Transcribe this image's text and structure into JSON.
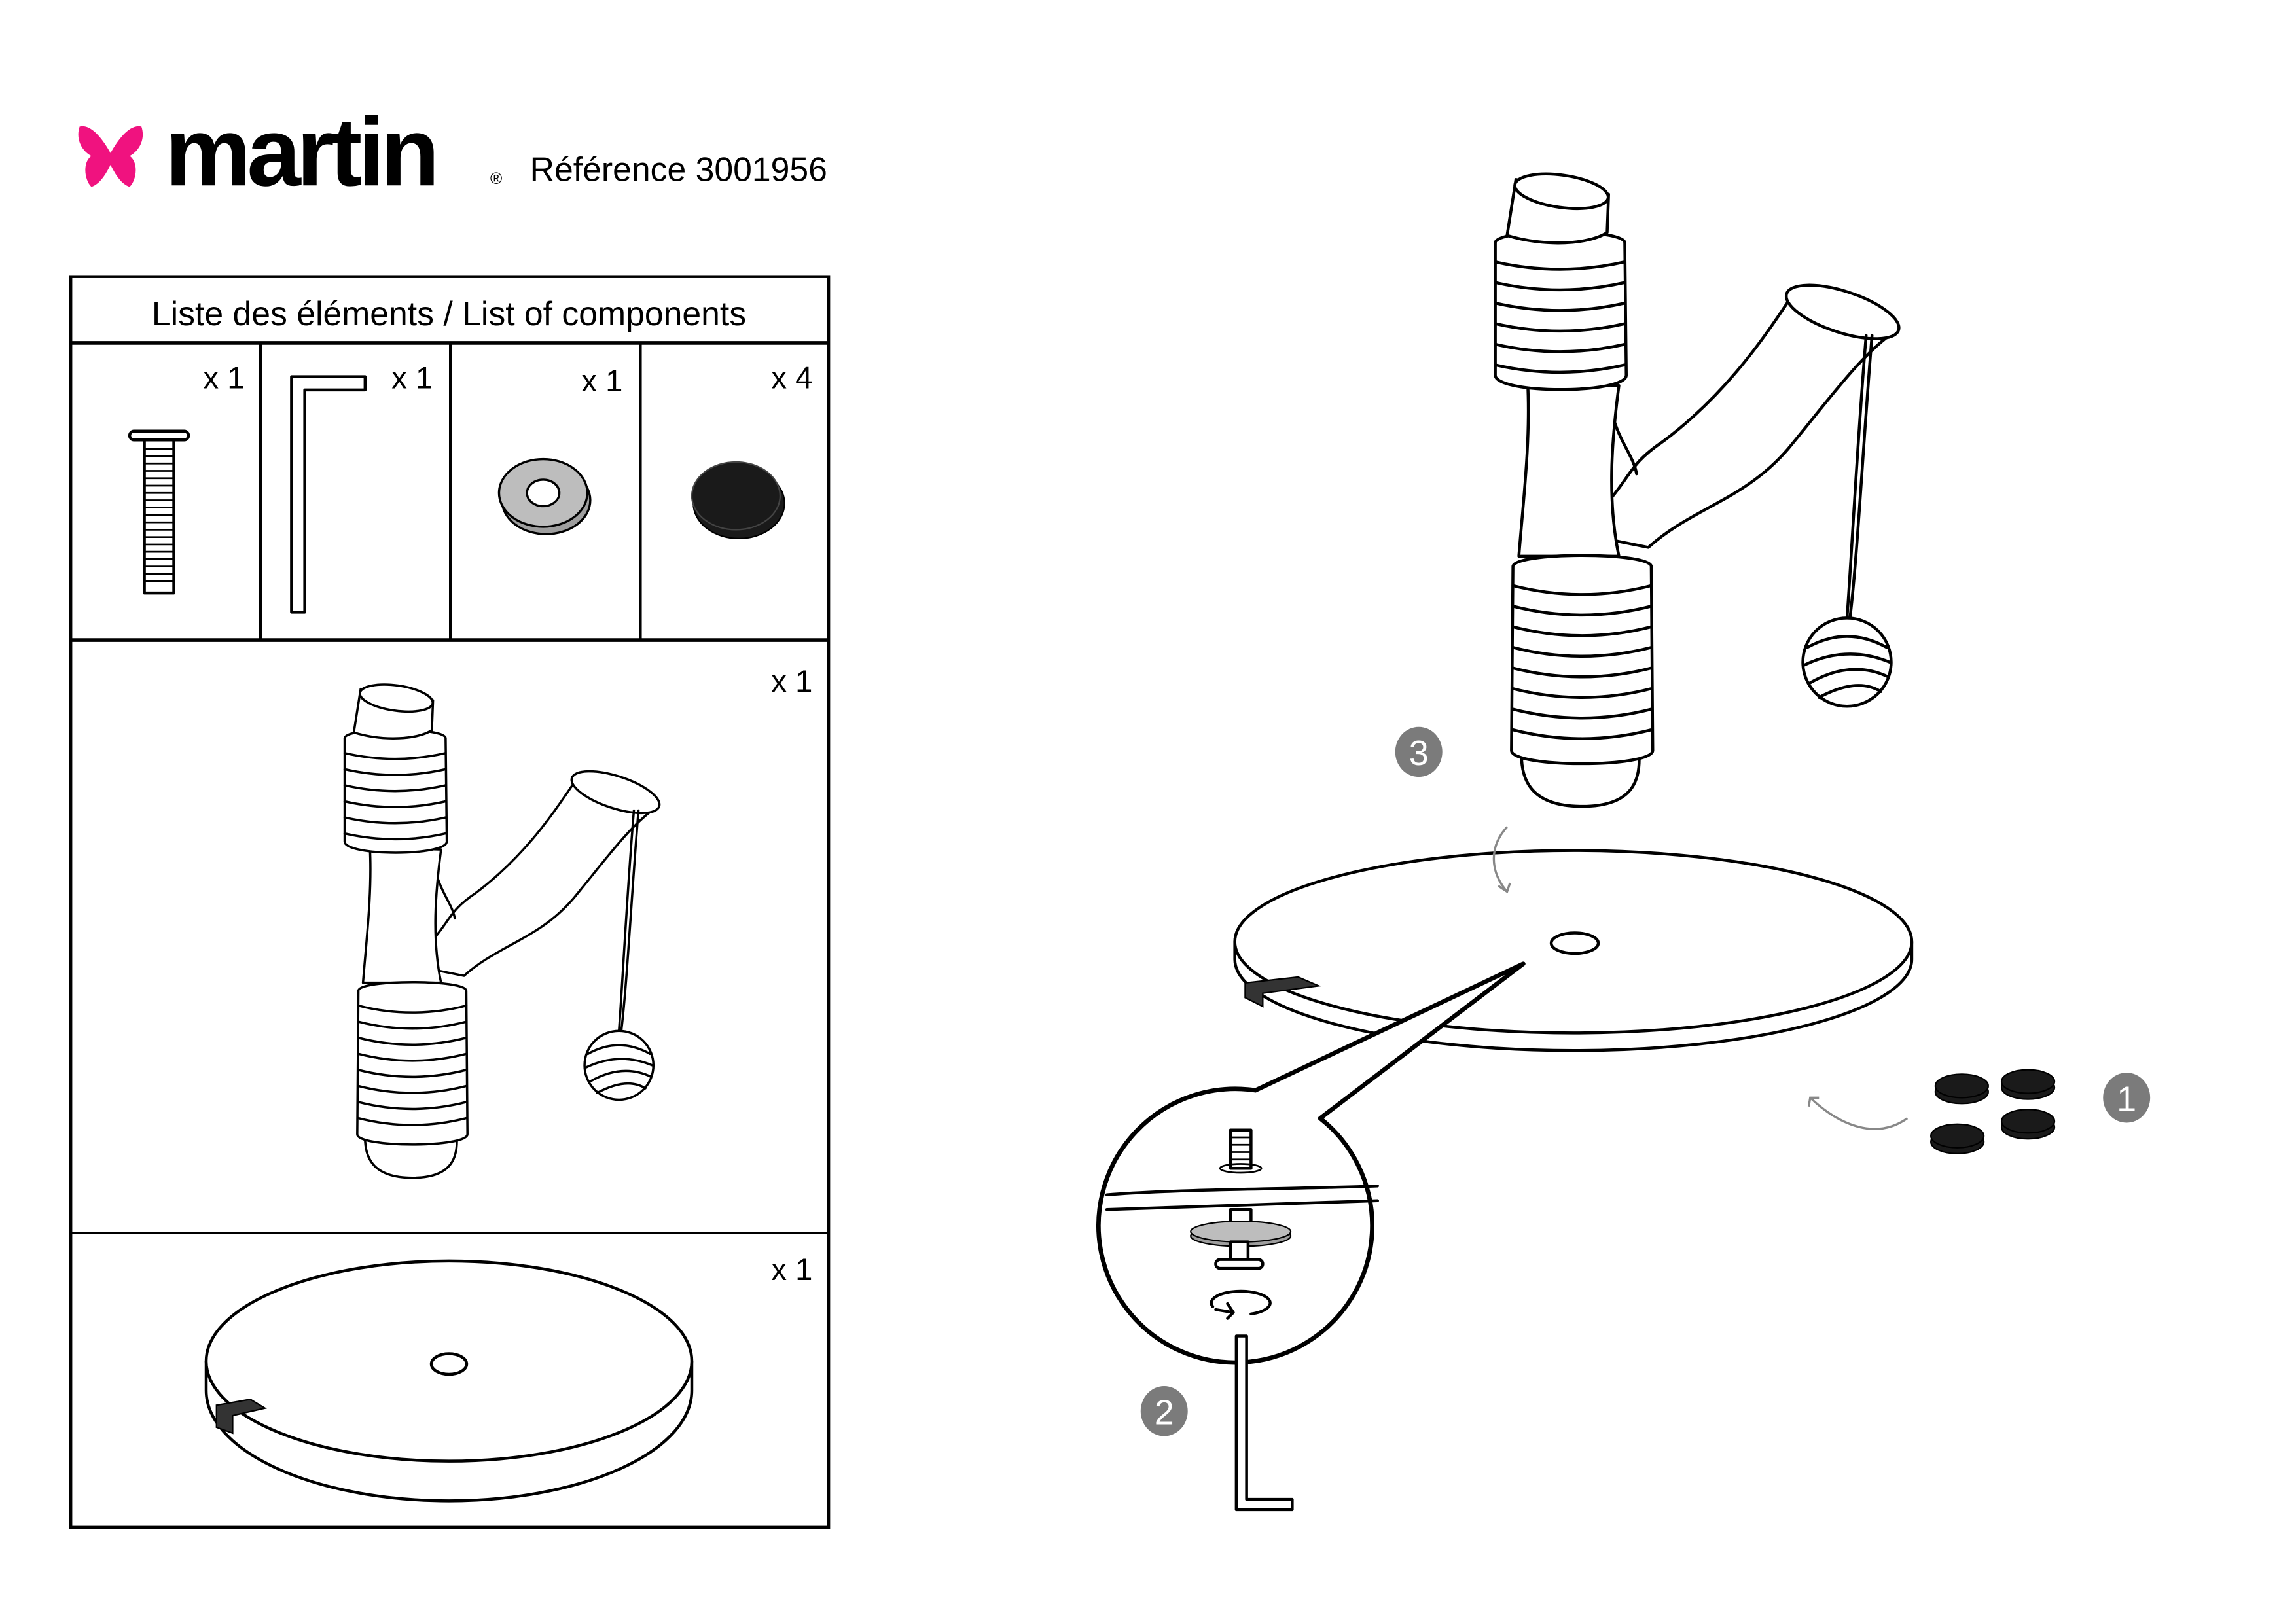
{
  "header": {
    "brand": "martin",
    "registered": "®",
    "reference": "Référence 3001956"
  },
  "components_table": {
    "title": "Liste des éléments / List of components",
    "small_parts": [
      {
        "name": "bolt",
        "qty": "x 1"
      },
      {
        "name": "allen-key",
        "qty": "x 1"
      },
      {
        "name": "washer",
        "qty": "x 1"
      },
      {
        "name": "felt-pad",
        "qty": "x 4"
      }
    ],
    "trunk_qty": "x 1",
    "base_qty": "x 1"
  },
  "assembly": {
    "steps": [
      "1",
      "2",
      "3"
    ]
  },
  "colors": {
    "brand_pink": "#f0127f",
    "step_badge": "#7b7b7b",
    "washer_grey": "#bdbdbd",
    "pad_black": "#1a1a1a"
  }
}
